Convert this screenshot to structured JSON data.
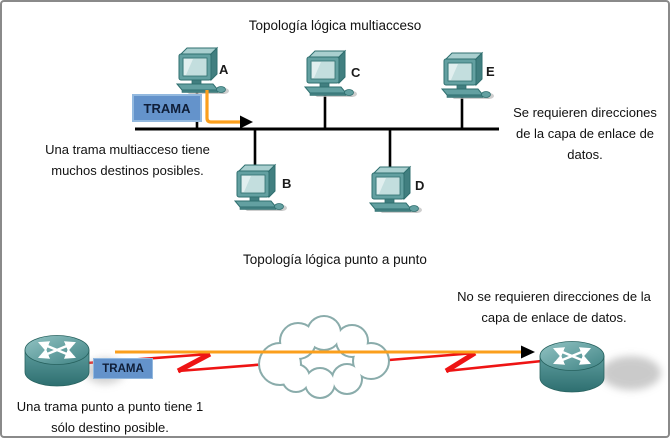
{
  "colors": {
    "accent_orange": "#FB9F1C",
    "accent_red": "#EE1414",
    "frame_box_fill": "#6493CB",
    "device_teal": "#5F9C9C",
    "border_gray": "#8A8A8A"
  },
  "icons": {
    "host": "desktop-pc-icon",
    "router": "router-icon",
    "cloud": "wan-cloud-icon",
    "frame_path": "orange-arrow",
    "serial_link": "red-lightning-bolt"
  },
  "top_section": {
    "title": "Topología lógica multiacceso",
    "frame_label": "TRAMA",
    "left_caption": "Una trama multiacceso tiene\nmuchos destinos posibles.",
    "right_caption": "Se requieren direcciones\nde la capa de enlace de\ndatos.",
    "hosts": [
      {
        "label": "A"
      },
      {
        "label": "B"
      },
      {
        "label": "C"
      },
      {
        "label": "D"
      },
      {
        "label": "E"
      }
    ]
  },
  "bottom_section": {
    "title": "Topología lógica punto a punto",
    "frame_label": "TRAMA",
    "left_caption": "Una trama punto a punto tiene 1\nsólo destino posible.",
    "right_caption": "No se requieren direcciones de la\ncapa de enlace de datos."
  }
}
